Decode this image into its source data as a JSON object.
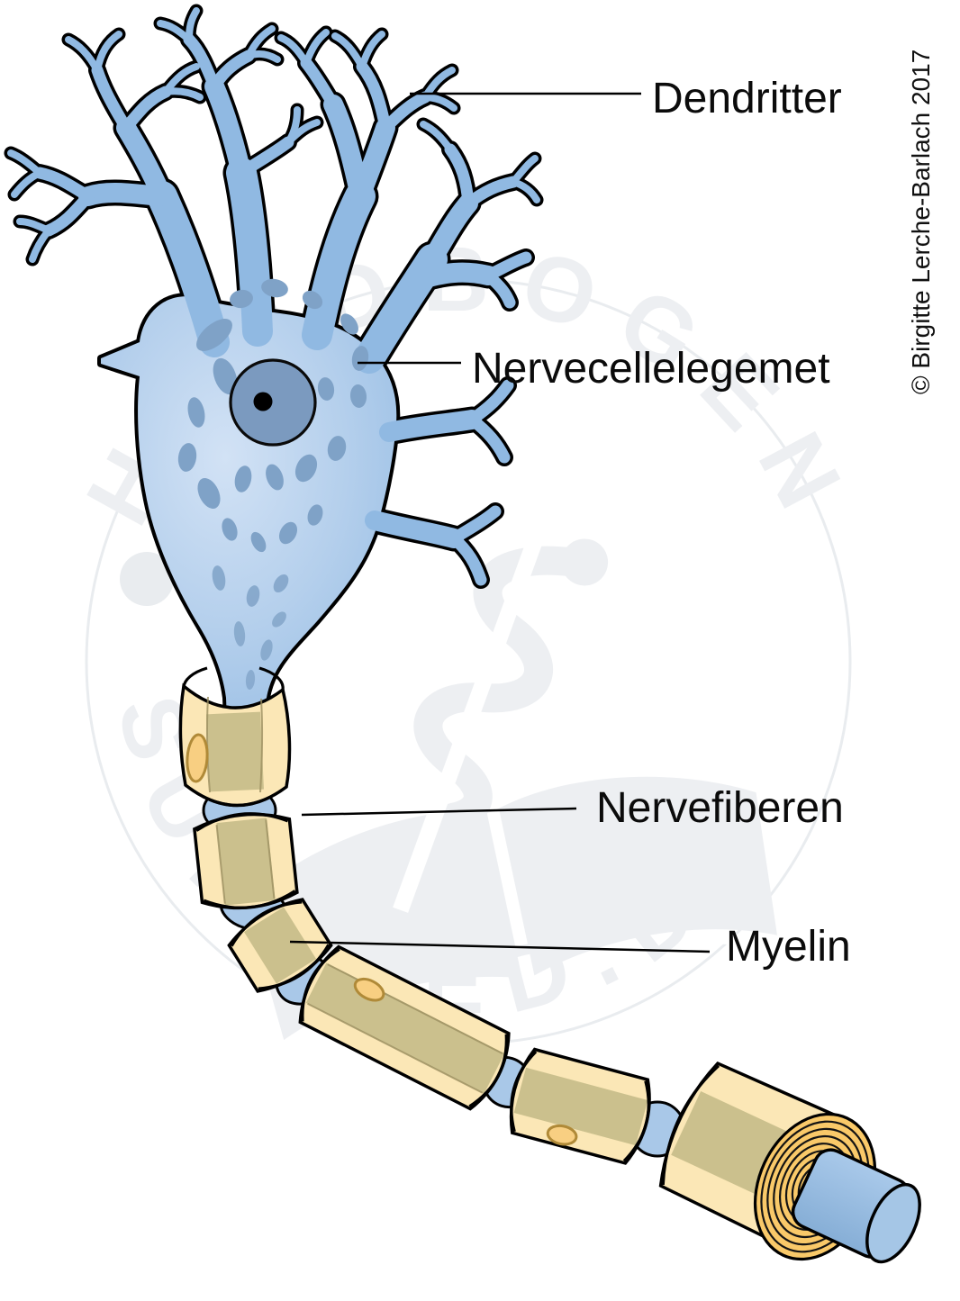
{
  "diagram": {
    "subject": "neuron-anatomy",
    "language": "da"
  },
  "labels": {
    "dendrites": "Dendritter",
    "cell_body": "Nervecellelegemet",
    "nerve_fiber": "Nervefiberen",
    "myelin": "Myelin"
  },
  "copyright": "© Birgitte Lerche-Barlach 2017",
  "watermark": {
    "arc_top": "HÅNDBOGEN",
    "arc_bottom": "SUNDHED.DK"
  },
  "colors": {
    "dendrite_blue": "#90b9e2",
    "soma_light": "#cfe0f4",
    "soma_edge": "#97bde4",
    "nissl_body": "#7fa2c7",
    "nucleus": "#7b9abf",
    "nucleolus": "#000000",
    "outline": "#000000",
    "myelin_cream": "#fbe7b6",
    "myelin_band": "#cbc08d",
    "myelin_rings_gold": "#f9c969",
    "schwann_nucleus": "#f8cf82",
    "node_of_ranvier_blue": "#a9c8e8",
    "axon_terminal_blue": "#9fc0e2",
    "watermark_gray": "#edeff2"
  }
}
